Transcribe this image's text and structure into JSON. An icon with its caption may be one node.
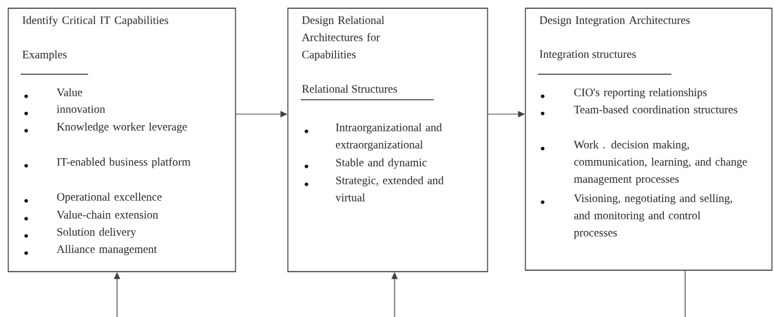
{
  "diagram": {
    "nodes": [
      {
        "text": [
          "Identify Critical IT Capabilities",
          "Examples",
          "Value",
          "innovation",
          "Knowledge worker leverage",
          "IT-enabled business platform",
          "Operational excellence",
          "Value-chain extension",
          "Solution delivery",
          "Alliance management"
        ]
      },
      {
        "text": [
          "Design Relational Architectures for Capabilities",
          "Relational Structures",
          "Intraorganizational and extraorganizational",
          "Stable and dynamic",
          "Strategic, extended and virtual"
        ]
      },
      {
        "text": [
          "Design Integration Architectures",
          "Integration structures",
          "CIO's reporting relationships",
          "Team-based coordination structures",
          "Work . decision making, communication, learning, and change management processes",
          "Visioning, negotiating and selling, and monitoring and control processes"
        ]
      }
    ],
    "edges": [
      {
        "from": 0,
        "to": 1,
        "arrow": "to"
      },
      {
        "from": 1,
        "to": 2,
        "arrow": "to"
      },
      {
        "from": null,
        "to": 0,
        "arrow": "to"
      },
      {
        "from": null,
        "to": 1,
        "arrow": "to"
      },
      {
        "from": 2,
        "to": null,
        "arrow": "none"
      }
    ]
  }
}
